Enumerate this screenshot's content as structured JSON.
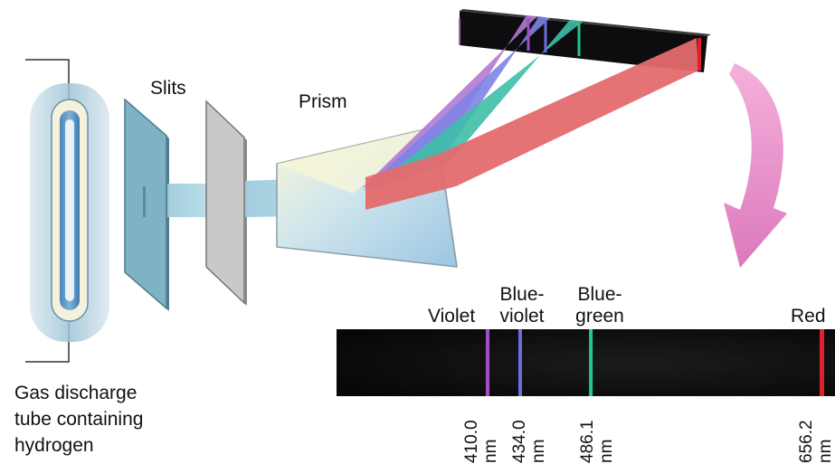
{
  "labels": {
    "slits": "Slits",
    "prism": "Prism",
    "tube_caption": [
      "Gas discharge",
      "tube containing",
      "hydrogen"
    ]
  },
  "spectrum_lines": [
    {
      "name_lines": [
        "Violet"
      ],
      "wavelength": "410.0",
      "unit": "nm",
      "color": "#a24fc4"
    },
    {
      "name_lines": [
        "Blue-",
        "violet"
      ],
      "wavelength": "434.0",
      "unit": "nm",
      "color": "#6a6ee0"
    },
    {
      "name_lines": [
        "Blue-",
        "green"
      ],
      "wavelength": "486.1",
      "unit": "nm",
      "color": "#22c98a"
    },
    {
      "name_lines": [
        "Red"
      ],
      "wavelength": "656.2",
      "unit": "nm",
      "color": "#e0202a"
    }
  ],
  "colors": {
    "violet_beam": "#b07ad0",
    "blueviolet_beam": "#7f83e4",
    "bluegreen_beam": "#3fbfa8",
    "red_beam": "#e46a6e",
    "arrow": "#e07ac0",
    "spectrum_bg": "#0a0a0a",
    "glow": "#9fc4d6"
  }
}
